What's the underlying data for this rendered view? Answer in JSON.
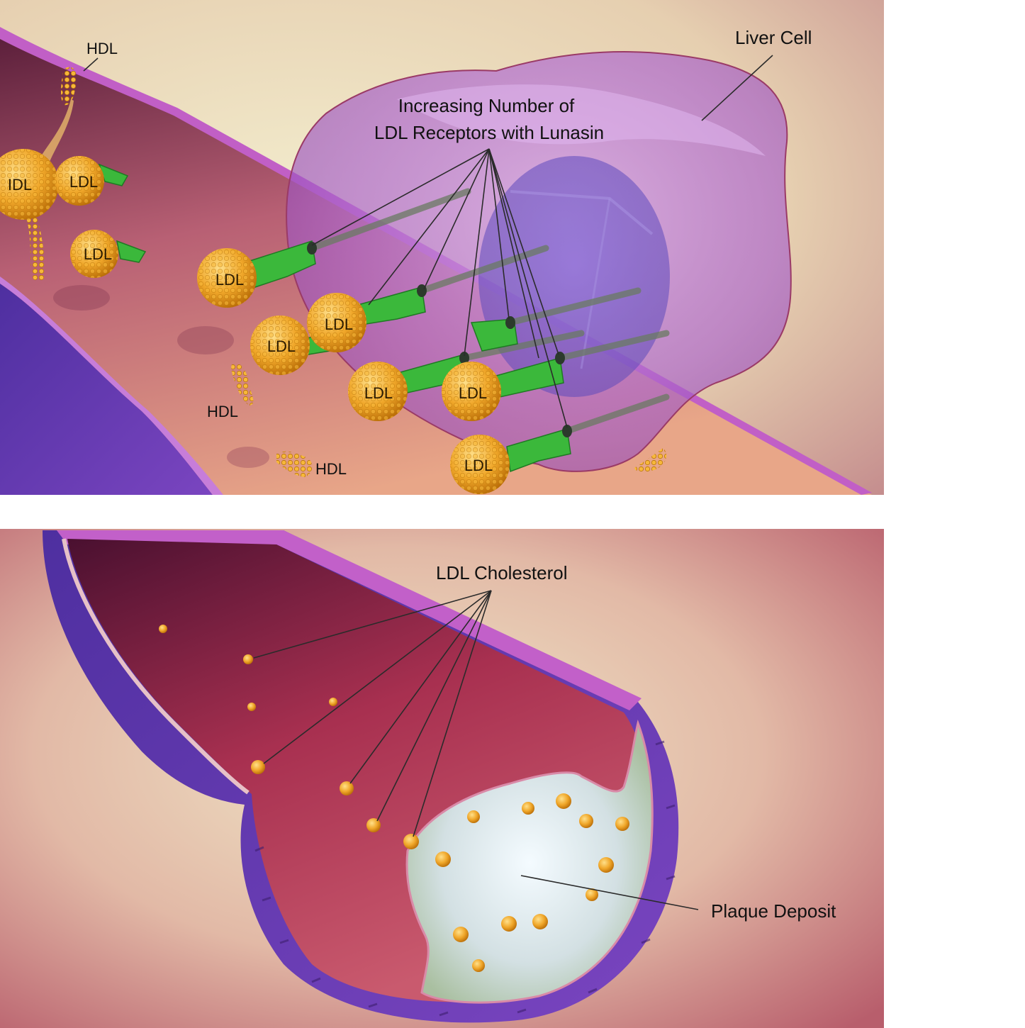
{
  "top_panel": {
    "labels": {
      "liver_cell": "Liver Cell",
      "receptors_line1": "Increasing Number of",
      "receptors_line2": "LDL Receptors with Lunasin",
      "hdl": "HDL",
      "idl": "IDL"
    },
    "ldl_particles": [
      {
        "id": "ldl-1",
        "label": "LDL"
      },
      {
        "id": "ldl-2",
        "label": "LDL"
      },
      {
        "id": "ldl-3",
        "label": "LDL"
      },
      {
        "id": "ldl-4",
        "label": "LDL"
      },
      {
        "id": "ldl-5",
        "label": "LDL"
      },
      {
        "id": "ldl-6",
        "label": "LDL"
      },
      {
        "id": "ldl-7",
        "label": "LDL"
      },
      {
        "id": "ldl-8",
        "label": "LDL"
      }
    ],
    "hdl_labels": [
      {
        "id": "hdl-top",
        "label": "HDL"
      },
      {
        "id": "hdl-mid",
        "label": "HDL"
      },
      {
        "id": "hdl-bottom",
        "label": "HDL"
      }
    ]
  },
  "bottom_panel": {
    "labels": {
      "ldl_cholesterol": "LDL Cholesterol",
      "plaque_deposit": "Plaque Deposit"
    }
  },
  "colors": {
    "background_light": "#efe6c6",
    "background_rose": "#c2747e",
    "vessel_inner": "#8c3a4e",
    "vessel_wall_purple": "#6b3fb0",
    "vessel_edge_magenta": "#c45fc8",
    "liver_cell": "#b06fd0",
    "particle_gold": "#e39a1a",
    "receptor_green": "#3ab63a",
    "plaque": "#d9e3e6"
  }
}
